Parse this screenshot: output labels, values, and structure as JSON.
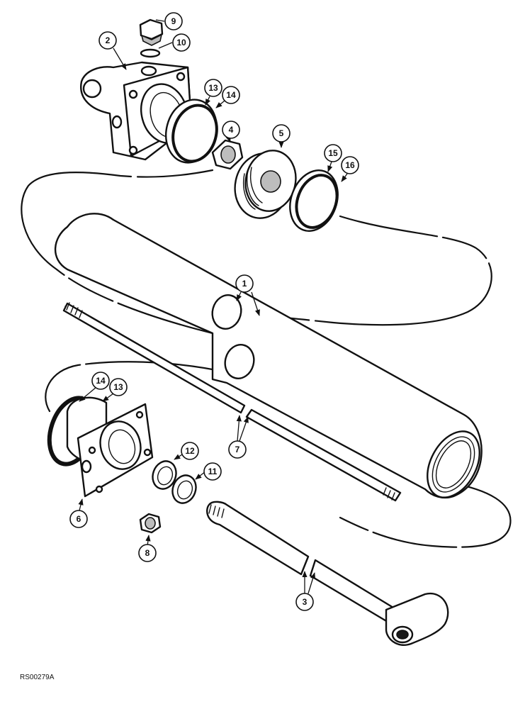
{
  "figure_ref": "RS00279A",
  "callouts": {
    "c1": "1",
    "c2": "2",
    "c3": "3",
    "c4": "4",
    "c5": "5",
    "c6": "6",
    "c7": "7",
    "c8": "8",
    "c9": "9",
    "c10": "10",
    "c11": "11",
    "c12": "12",
    "c13_top": "13",
    "c14_top": "14",
    "c13_bottom": "13",
    "c14_bottom": "14",
    "c15": "15",
    "c16": "16"
  }
}
